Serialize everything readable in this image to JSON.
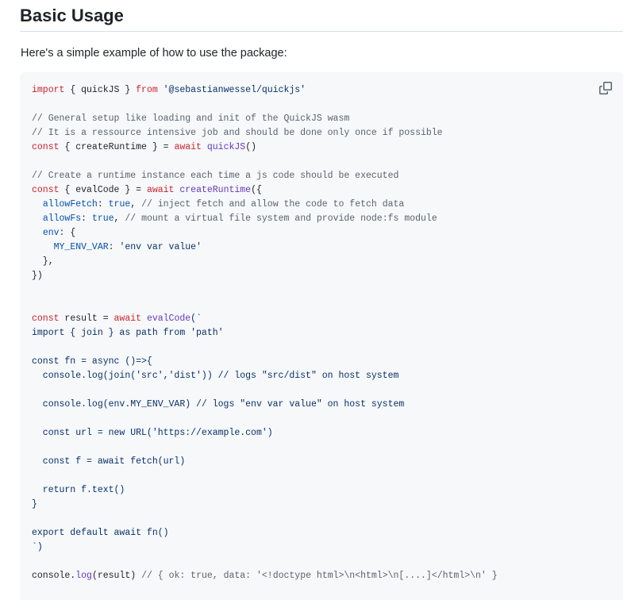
{
  "heading": "Basic Usage",
  "intro": "Here's a simple example of how to use the package:",
  "copy_icon": "copy-icon",
  "colors": {
    "keyword": "#cf222e",
    "string": "#0a3069",
    "comment": "#59636e",
    "function": "#6639ba",
    "property": "#0550ae",
    "plain": "#1f2328",
    "code_background": "#f6f8fa"
  },
  "code_lines": [
    [
      [
        "keyword",
        "import"
      ],
      [
        "plain",
        " { quickJS } "
      ],
      [
        "keyword",
        "from"
      ],
      [
        "plain",
        " "
      ],
      [
        "string",
        "'@sebastianwessel/quickjs'"
      ]
    ],
    [],
    [
      [
        "comment",
        "// General setup like loading and init of the QuickJS wasm"
      ]
    ],
    [
      [
        "comment",
        "// It is a ressource intensive job and should be done only once if possible"
      ]
    ],
    [
      [
        "keyword",
        "const"
      ],
      [
        "plain",
        " { createRuntime } = "
      ],
      [
        "keyword",
        "await"
      ],
      [
        "plain",
        " "
      ],
      [
        "func",
        "quickJS"
      ],
      [
        "plain",
        "()"
      ]
    ],
    [],
    [
      [
        "comment",
        "// Create a runtime instance each time a js code should be executed"
      ]
    ],
    [
      [
        "keyword",
        "const"
      ],
      [
        "plain",
        " { evalCode } = "
      ],
      [
        "keyword",
        "await"
      ],
      [
        "plain",
        " "
      ],
      [
        "func",
        "createRuntime"
      ],
      [
        "plain",
        "({"
      ]
    ],
    [
      [
        "plain",
        "  "
      ],
      [
        "prop",
        "allowFetch"
      ],
      [
        "plain",
        ": "
      ],
      [
        "prop",
        "true"
      ],
      [
        "plain",
        ", "
      ],
      [
        "comment",
        "// inject fetch and allow the code to fetch data"
      ]
    ],
    [
      [
        "plain",
        "  "
      ],
      [
        "prop",
        "allowFs"
      ],
      [
        "plain",
        ": "
      ],
      [
        "prop",
        "true"
      ],
      [
        "plain",
        ", "
      ],
      [
        "comment",
        "// mount a virtual file system and provide node:fs module"
      ]
    ],
    [
      [
        "plain",
        "  "
      ],
      [
        "prop",
        "env"
      ],
      [
        "plain",
        ": {"
      ]
    ],
    [
      [
        "plain",
        "    "
      ],
      [
        "prop",
        "MY_ENV_VAR"
      ],
      [
        "plain",
        ": "
      ],
      [
        "string",
        "'env var value'"
      ]
    ],
    [
      [
        "plain",
        "  },"
      ]
    ],
    [
      [
        "plain",
        "})"
      ]
    ],
    [],
    [],
    [
      [
        "keyword",
        "const"
      ],
      [
        "plain",
        " result = "
      ],
      [
        "keyword",
        "await"
      ],
      [
        "plain",
        " "
      ],
      [
        "func",
        "evalCode"
      ],
      [
        "string",
        "(`"
      ]
    ],
    [
      [
        "string",
        "import { join } as path from 'path'"
      ]
    ],
    [],
    [
      [
        "string",
        "const fn = async ()=>{"
      ]
    ],
    [
      [
        "string",
        "  console.log(join('src','dist')) // logs \"src/dist\" on host system"
      ]
    ],
    [],
    [
      [
        "string",
        "  console.log(env.MY_ENV_VAR) // logs \"env var value\" on host system"
      ]
    ],
    [],
    [
      [
        "string",
        "  const url = new URL('https://example.com')"
      ]
    ],
    [],
    [
      [
        "string",
        "  const f = await fetch(url)"
      ]
    ],
    [],
    [
      [
        "string",
        "  return f.text()"
      ]
    ],
    [
      [
        "string",
        "}"
      ]
    ],
    [],
    [
      [
        "string",
        "export default await fn()"
      ]
    ],
    [
      [
        "string",
        "`)"
      ]
    ],
    [],
    [
      [
        "plain",
        "console."
      ],
      [
        "func",
        "log"
      ],
      [
        "plain",
        "(result) "
      ],
      [
        "comment",
        "// { ok: true, data: '<!doctype html>\\n<html>\\n[....]</html>\\n' }"
      ]
    ]
  ]
}
